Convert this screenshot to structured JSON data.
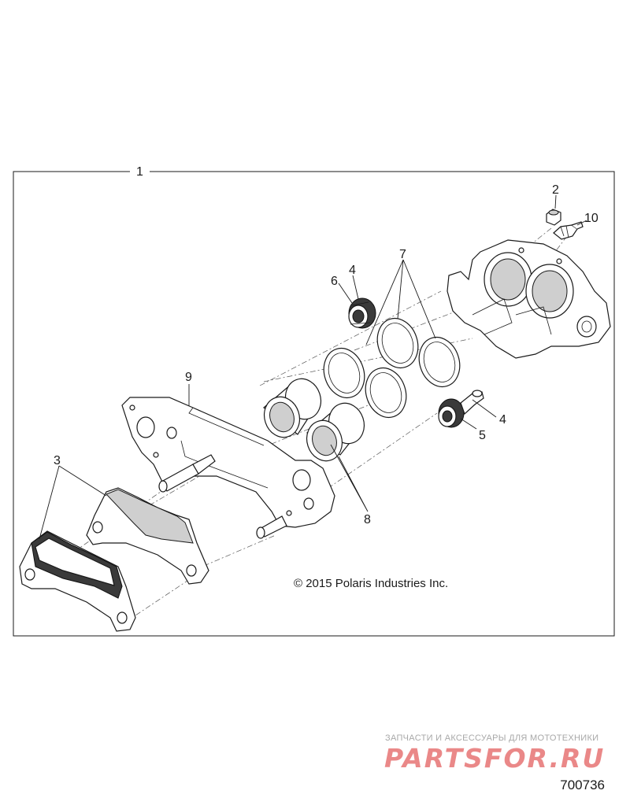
{
  "callouts": {
    "assembly": "1",
    "bleeder_cap": "2",
    "brake_pads": "3",
    "seal_right": "4",
    "seal_left": "4",
    "pin_right": "5",
    "seal_left_6": "6",
    "o_rings": "7",
    "pistons": "8",
    "bracket": "9",
    "bleeder_valve": "10"
  },
  "copyright": "© 2015 Polaris Industries Inc.",
  "diagram_number": "700736",
  "watermark": {
    "title": "ЗАПЧАСТИ И АКСЕССУАРЫ ДЛЯ МОТОТЕХНИКИ",
    "logo": "PARTSFOR.RU"
  }
}
